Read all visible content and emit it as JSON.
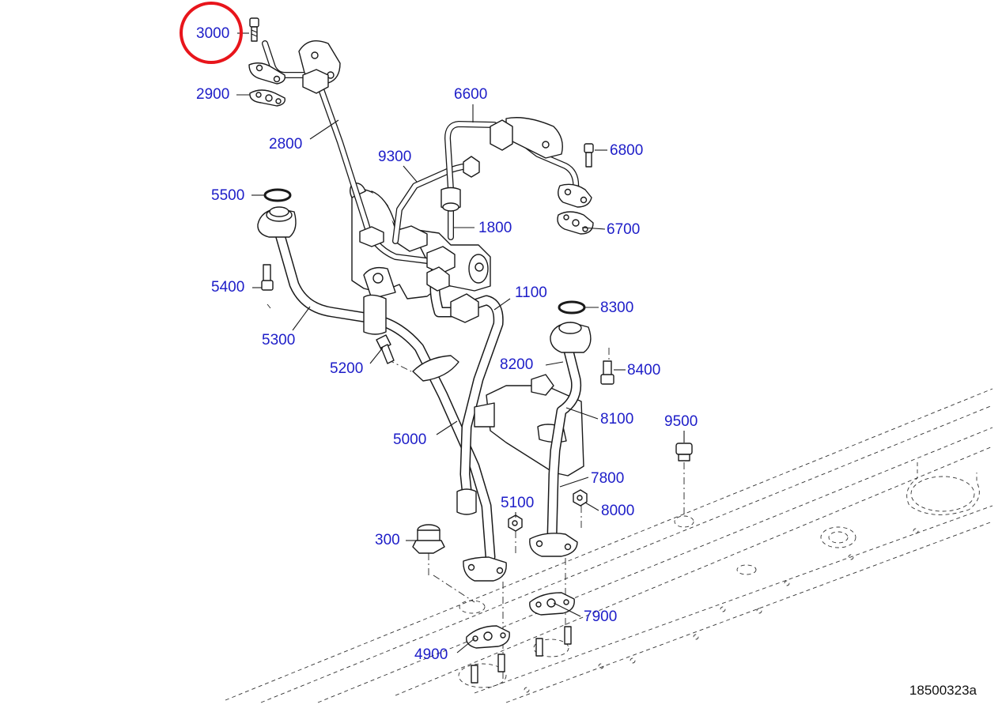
{
  "diagram": {
    "drawing_number": "18500323a",
    "highlighted_callout": "3000",
    "highlight_color": "#e8151b",
    "callout_color": "#1d1dc8",
    "callouts": {
      "c3000": "3000",
      "c2900": "2900",
      "c2800": "2800",
      "c6600": "6600",
      "c6800": "6800",
      "c9300": "9300",
      "c5500": "5500",
      "c1800": "1800",
      "c6700": "6700",
      "c5400": "5400",
      "c1100": "1100",
      "c8300": "8300",
      "c5300": "5300",
      "c5200": "5200",
      "c8200": "8200",
      "c8400": "8400",
      "c8100": "8100",
      "c9500": "9500",
      "c5000": "5000",
      "c7800": "7800",
      "c5100": "5100",
      "c8000": "8000",
      "c300": "300",
      "c7900": "7900",
      "c4900": "4900"
    }
  }
}
